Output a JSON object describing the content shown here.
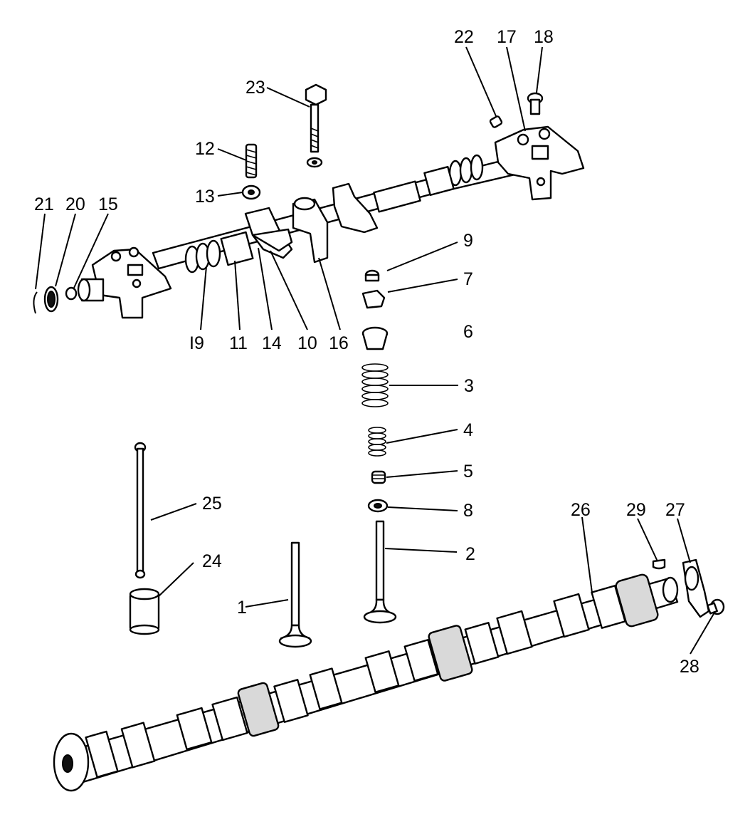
{
  "callouts": [
    {
      "label": "1"
    },
    {
      "label": "2"
    },
    {
      "label": "3"
    },
    {
      "label": "4"
    },
    {
      "label": "5"
    },
    {
      "label": "6"
    },
    {
      "label": "7"
    },
    {
      "label": "8"
    },
    {
      "label": "9"
    },
    {
      "label": "10"
    },
    {
      "label": "11"
    },
    {
      "label": "12"
    },
    {
      "label": "13"
    },
    {
      "label": "14"
    },
    {
      "label": "15"
    },
    {
      "label": "16"
    },
    {
      "label": "17"
    },
    {
      "label": "18"
    },
    {
      "label": "I9"
    },
    {
      "label": "20"
    },
    {
      "label": "21"
    },
    {
      "label": "22"
    },
    {
      "label": "23"
    },
    {
      "label": "24"
    },
    {
      "label": "25"
    },
    {
      "label": "26"
    },
    {
      "label": "27"
    },
    {
      "label": "28"
    },
    {
      "label": "29"
    }
  ]
}
